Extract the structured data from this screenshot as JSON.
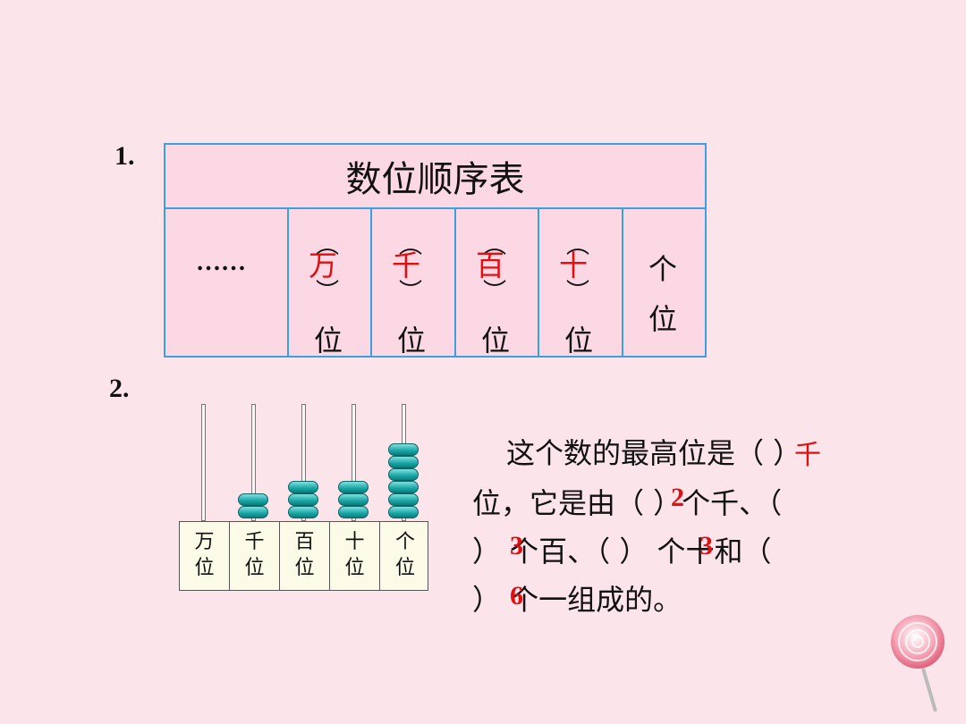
{
  "q1": {
    "number": "1.",
    "table_title": "数位顺序表",
    "dots": "……",
    "columns": [
      {
        "answer": "万",
        "suffix": "位"
      },
      {
        "answer": "千",
        "suffix": "位"
      },
      {
        "answer": "百",
        "suffix": "位"
      },
      {
        "answer": "十",
        "suffix": "位"
      }
    ],
    "last_column": {
      "line1": "个",
      "line2": "位"
    },
    "paren_open": "︵",
    "paren_close": "︶"
  },
  "q2": {
    "number": "2.",
    "abacus": {
      "rods": [
        {
          "label1": "万",
          "label2": "位",
          "beads": 0
        },
        {
          "label1": "千",
          "label2": "位",
          "beads": 2
        },
        {
          "label1": "百",
          "label2": "位",
          "beads": 3
        },
        {
          "label1": "十",
          "label2": "位",
          "beads": 3
        },
        {
          "label1": "个",
          "label2": "位",
          "beads": 6
        }
      ]
    },
    "text": {
      "line1": "这个数的最高位是（   ）",
      "line2": "位，它是由（    ）个千、（",
      "line3": "）  个百、（    ）  个十和（",
      "line4": "）  个一组成的。",
      "answers": {
        "highest": "千",
        "thousands": "2",
        "hundreds": "3",
        "tens": "3",
        "ones": "6"
      }
    }
  },
  "colors": {
    "background": "#fbe4ea",
    "table_fill": "#fcd7e4",
    "border": "#3aa0e0",
    "answer": "#e01010",
    "bead": "#1aa5a5"
  }
}
